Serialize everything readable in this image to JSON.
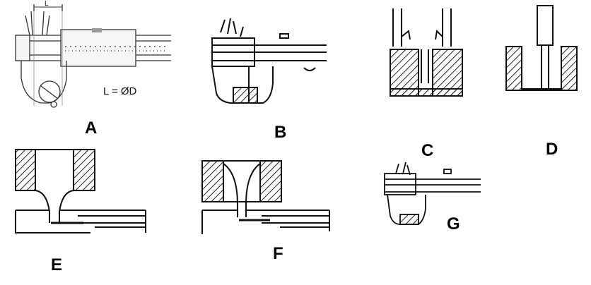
{
  "figure": {
    "panels": [
      {
        "id": "A",
        "label": "A",
        "formula": "L = ØD",
        "dimension_label": "L",
        "depicts": "vernier caliper measuring inner diameter of a hole"
      },
      {
        "id": "B",
        "label": "B",
        "depicts": "caliper outside jaws measuring a part"
      },
      {
        "id": "C",
        "label": "C",
        "depicts": "inside jaws measuring a groove width"
      },
      {
        "id": "D",
        "label": "D",
        "depicts": "depth rod measuring a slot depth"
      },
      {
        "id": "E",
        "label": "E",
        "depicts": "measuring a stepped bore with the depth bar"
      },
      {
        "id": "F",
        "label": "F",
        "depicts": "measuring a stepped bore with the depth bar"
      },
      {
        "id": "G",
        "label": "G",
        "depicts": "small caliper outside measurement"
      }
    ],
    "colors": {
      "ink": "#111111",
      "hatch": "#222222",
      "background": "#ffffff"
    }
  }
}
